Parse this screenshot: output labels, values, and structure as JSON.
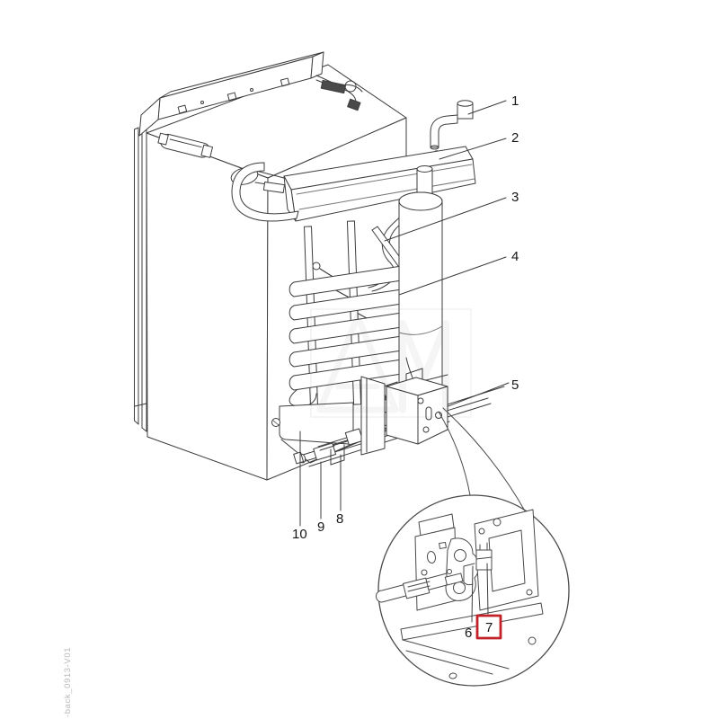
{
  "diagram": {
    "type": "technical-parts-diagram",
    "subject": "absorption refrigerator rear view with cooling unit and burner detail",
    "background_color": "#ffffff",
    "line_color": "#3d3d3d",
    "highlight_color": "#c12127",
    "callouts": [
      {
        "num": "1"
      },
      {
        "num": "2"
      },
      {
        "num": "3"
      },
      {
        "num": "4"
      },
      {
        "num": "5"
      },
      {
        "num": "6"
      },
      {
        "num": "7",
        "highlighted": true
      },
      {
        "num": "8"
      },
      {
        "num": "9"
      },
      {
        "num": "10"
      }
    ],
    "side_text": "-back_0913-V01",
    "watermark_text": "AM"
  }
}
